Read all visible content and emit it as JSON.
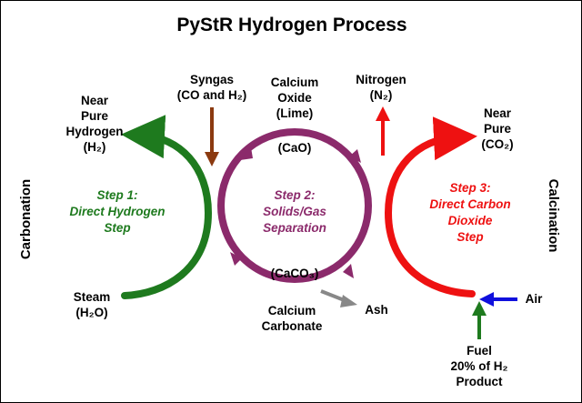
{
  "title": "PySt​R Hydrogen Process",
  "side_labels": {
    "left": "Carbonation",
    "right": "Calcination"
  },
  "labels": {
    "near_pure_h2": [
      "Near",
      "Pure",
      "Hydrogen",
      "(H₂)"
    ],
    "syngas": [
      "Syngas",
      "(CO and H₂)"
    ],
    "cao": [
      "Calcium",
      "Oxide",
      "(Lime)"
    ],
    "cao_formula": "(CaO)",
    "nitrogen": [
      "Nitrogen",
      "(N₂)"
    ],
    "near_pure_co2": [
      "Near",
      "Pure",
      "(CO₂)"
    ],
    "caco3_formula": "(CaCO₃)",
    "steam": [
      "Steam",
      "(H₂O)"
    ],
    "caco3": [
      "Calcium",
      "Carbonate"
    ],
    "ash": "Ash",
    "air": "Air",
    "fuel": [
      "Fuel",
      "20% of H₂",
      "Product"
    ]
  },
  "steps": {
    "step1": [
      "Step 1:",
      "Direct Hydrogen",
      "Step"
    ],
    "step2": [
      "Step 2:",
      "Solids/Gas",
      "Separation"
    ],
    "step3": [
      "Step 3:",
      "Direct Carbon",
      "Dioxide",
      "Step"
    ]
  },
  "colors": {
    "step1": "#1e7a1e",
    "step2": "#8b2a6b",
    "step3": "#ee1111",
    "syngas_arrow": "#8b3a10",
    "ash_arrow": "#888888",
    "air_arrow": "#1010dd",
    "fuel_arrow": "#1e7a1e"
  }
}
